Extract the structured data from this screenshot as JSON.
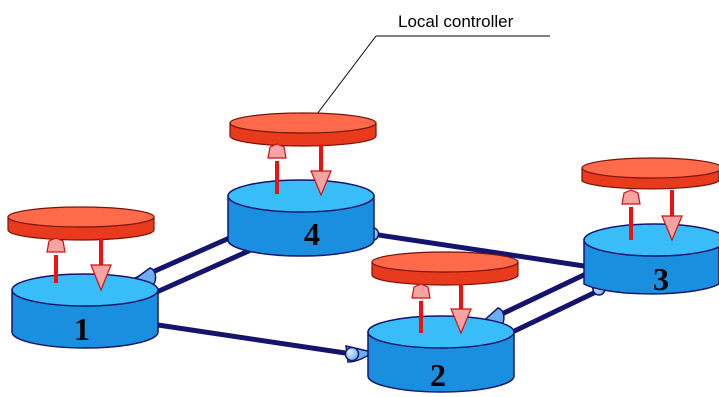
{
  "callout": {
    "text": "Local controller"
  },
  "nodes": [
    {
      "id": "1",
      "label": "1"
    },
    {
      "id": "2",
      "label": "2"
    },
    {
      "id": "3",
      "label": "3"
    },
    {
      "id": "4",
      "label": "4"
    }
  ],
  "links": [
    {
      "from": "1",
      "to": "4",
      "style": "double"
    },
    {
      "from": "1",
      "to": "2",
      "style": "single"
    },
    {
      "from": "4",
      "to": "3",
      "style": "single"
    },
    {
      "from": "2",
      "to": "3",
      "style": "double"
    }
  ],
  "colors": {
    "node_side": "#1a8fe0",
    "node_top": "#38bdf8",
    "controller_side": "#e83a1c",
    "controller_top": "#ff6a4a",
    "signal_arrow": "#ee1111",
    "signal_head": "#f7a3a3",
    "link": "#14146e",
    "link_end": "#6ab0f0"
  }
}
